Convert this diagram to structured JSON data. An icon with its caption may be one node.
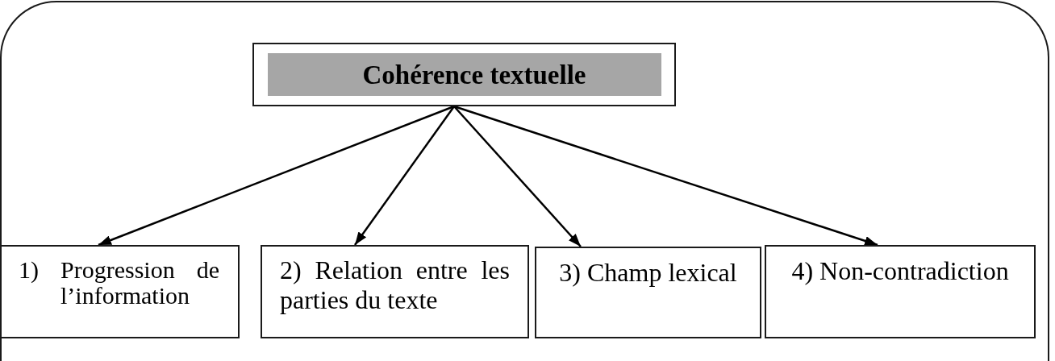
{
  "diagram": {
    "nodes": [
      {
        "text": [],
        "shape": "box"
      },
      {
        "text": [
          "Cohérence textuelle"
        ],
        "in": 0
      },
      {
        "text": [
          "1) Progression de l’information"
        ],
        "in": 0
      },
      {
        "text": [
          "2) Relation entre les parties du texte"
        ],
        "in": 0
      },
      {
        "text": [
          "3) Champ lexical"
        ],
        "in": 0
      },
      {
        "text": [
          "4) Non-contradiction"
        ],
        "in": 0
      }
    ],
    "edges": [
      {
        "from": 1,
        "to": 2,
        "arrow": "to"
      },
      {
        "from": 1,
        "to": 3,
        "arrow": "to"
      },
      {
        "from": 1,
        "to": 4,
        "arrow": "to"
      },
      {
        "from": 1,
        "to": 5,
        "arrow": "to"
      }
    ]
  }
}
